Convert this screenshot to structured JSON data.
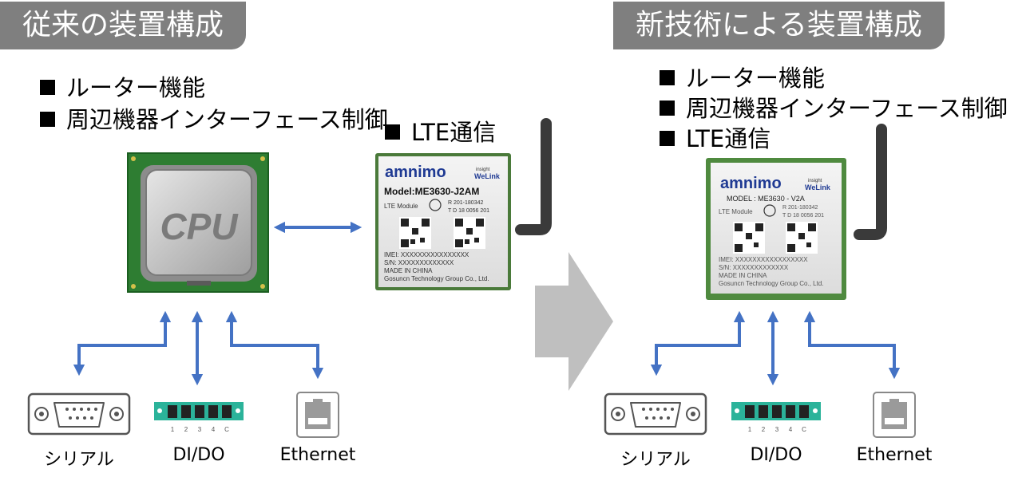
{
  "left": {
    "title": "従来の装置構成",
    "features": [
      "ルーター機能",
      "周辺機器インターフェース制御"
    ],
    "lte_feature": "LTE通信",
    "cpu_label": "CPU",
    "module": {
      "brand": "amnimo",
      "brand_sub": "WeLink",
      "brand_sup": "insight",
      "model": "Model:ME3630-J2AM",
      "lte": "LTE Module",
      "cert_r": "R 201-180342",
      "cert_t": "T D 18 0056 201",
      "imei": "IMEI: XXXXXXXXXXXXXXXX",
      "sn": "S/N: XXXXXXXXXXXXX",
      "made": "MADE IN CHINA",
      "maker": "Gosuncn Technology Group Co., Ltd."
    },
    "ports": [
      "シリアル",
      "DI/DO",
      "Ethernet"
    ]
  },
  "right": {
    "title": "新技術による装置構成",
    "features": [
      "ルーター機能",
      "周辺機器インターフェース制御",
      "LTE通信"
    ],
    "module": {
      "brand": "amnimo",
      "brand_sub": "WeLink",
      "brand_sup": "insight",
      "model": "MODEL : ME3630 - V2A",
      "lte": "LTE Module",
      "cert_r": "R 201-180342",
      "cert_t": "T D 18 0056 201",
      "imei": "IMEI: XXXXXXXXXXXXXXXXX",
      "sn": "S/N: XXXXXXXXXXXXX",
      "made": "MADE IN CHINA",
      "maker": "Gosuncn Technology Group Co., Ltd."
    },
    "ports": [
      "シリアル",
      "DI/DO",
      "Ethernet"
    ]
  },
  "terminal_numbers": [
    "1",
    "2",
    "3",
    "4",
    "C"
  ],
  "colors": {
    "title_bg": "#7f7f7f",
    "arrow": "#4472c4",
    "pcb": "#2e7d32",
    "terminal": "#2bb39a",
    "big_arrow": "#bfbfbf"
  }
}
